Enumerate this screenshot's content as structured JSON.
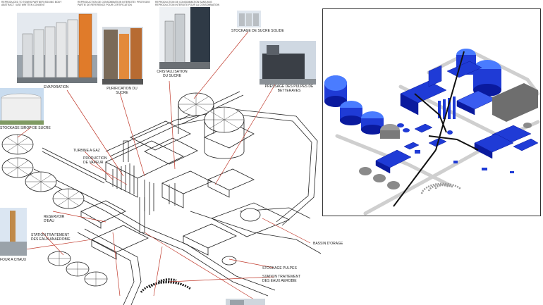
{
  "header_notes": [
    "REPRODUCED TO TOWNS PARTNER ISSUING BODY",
    "ABSTRACT / USE WRITTEN CONSENT",
    "REPRODUCTION DE CONSOMMATION INTERDITE / PROTEGEE",
    "PARTIE DE REFERENCE POUR CERTIFICATION",
    "REPRODUCTION DE CONSOMMATION SANS AVIS",
    "REPRODUCTION INTERDITE POUR LA CONSOMMATION"
  ],
  "labels": {
    "evaporation": "EVAPORATION",
    "purification": "PURIFICATION DU SUCRE",
    "cristallisation": "CRISTALLISATION DU SUCRE",
    "stockage_solide": "STOCKAGE DE SUCRE SOLIDE",
    "pressage": "PRESSAGE DES PULPES DE BETTERAVES",
    "stockage_vrac": "STOCKAGE SIROP DE SUCRE",
    "turbine": "TURBINE A GAZ",
    "production_vapeur": "PRODUCTION DE VAPEUR",
    "reservoir": "RESERVOIR D'EAU",
    "station_anaerobie": "STATION TRAITEMENT DES EAUX ANAEROBIE",
    "four_chaux": "FOUR A CHAUX",
    "station_aerobie": "STATION TRAITEMENT DES EAUX AEROBIE",
    "stockage_pulpes": "STOCKAGE PULPES",
    "bassin": "BASSIN D'ORAGE"
  },
  "colors": {
    "line": "#222222",
    "leader": "#c0392b",
    "blue": "#1f3bd6",
    "blue_dark": "#0a1a9e",
    "blue_light": "#4a7cff",
    "road": "#d6d6d6",
    "grey_tank": "#8a8a8a"
  }
}
